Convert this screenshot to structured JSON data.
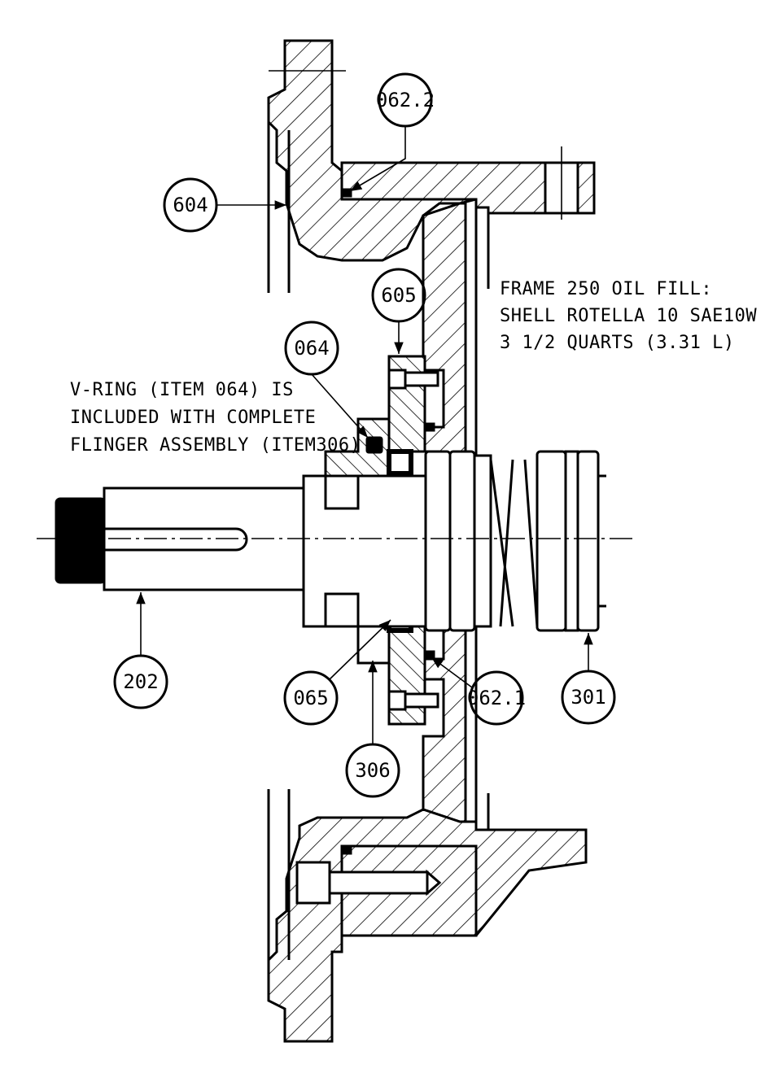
{
  "callouts": [
    {
      "id": "062.2"
    },
    {
      "id": "604"
    },
    {
      "id": "605"
    },
    {
      "id": "064"
    },
    {
      "id": "202"
    },
    {
      "id": "065"
    },
    {
      "id": "306"
    },
    {
      "id": "062.1"
    },
    {
      "id": "301"
    }
  ],
  "notes": {
    "oil_fill": [
      "FRAME 250 OIL FILL:",
      "SHELL ROTELLA 10 SAE10W",
      "3 1/2 QUARTS (3.31 L)"
    ],
    "v_ring": [
      "V-RING (ITEM 064) IS",
      "INCLUDED WITH COMPLETE",
      "FLINGER ASSEMBLY (ITEM306)"
    ]
  }
}
